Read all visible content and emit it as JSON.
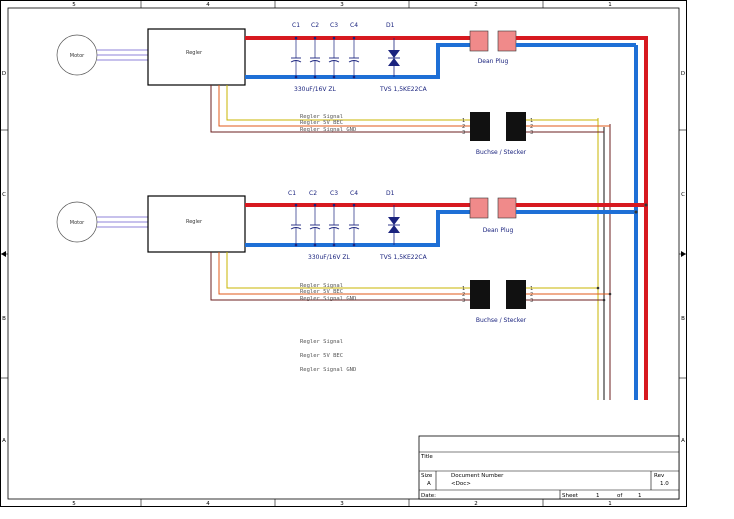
{
  "frame": {
    "col_top": [
      "5",
      "4",
      "3",
      "2",
      "1"
    ],
    "col_bottom": [
      "5",
      "4",
      "3",
      "2",
      "1"
    ],
    "row_left": [
      "D",
      "C",
      "B",
      "A"
    ],
    "row_right": [
      "D",
      "C",
      "B",
      "A"
    ]
  },
  "stages": [
    {
      "motor": "Motor",
      "regler": "Regler",
      "caps": [
        "C1",
        "C2",
        "C3",
        "C4"
      ],
      "cap_value": "330uF/16V ZL",
      "diode": "D1",
      "diode_value": "TVS 1,5KE22CA",
      "dean_plug": "Dean Plug",
      "signals": [
        "Regler Signal",
        "Regler 5V BEC",
        "Regler Signal GND"
      ],
      "pins_left": [
        "1",
        "2",
        "3"
      ],
      "pins_right": [
        "1",
        "2",
        "3"
      ],
      "buchse": "Buchse / Stecker"
    },
    {
      "motor": "Motor",
      "regler": "Regler",
      "caps": [
        "C1",
        "C2",
        "C3",
        "C4"
      ],
      "cap_value": "330uF/16V ZL",
      "diode": "D1",
      "diode_value": "TVS 1,5KE22CA",
      "dean_plug": "Dean Plug",
      "signals": [
        "Regler Signal",
        "Regler 5V BEC",
        "Regler Signal GND"
      ],
      "pins_left": [
        "1",
        "2",
        "3"
      ],
      "pins_right": [
        "1",
        "2",
        "3"
      ],
      "buchse": "Buchse / Stecker"
    }
  ],
  "legend": [
    "Regler Signal",
    "Regler 5V BEC",
    "Regler Signal GND"
  ],
  "title_block": {
    "title_label": "Title",
    "size_label": "Size",
    "size_value": "A",
    "docnum_label": "Document Number",
    "docnum_value": "<Doc>",
    "rev_label": "Rev",
    "rev_value": "1.0",
    "date_label": "Date:",
    "sheet_label": "Sheet",
    "sheet_value": "1",
    "of_label": "of",
    "of_value": "1"
  },
  "colors": {
    "positive": "#d71920",
    "negative": "#1e6fd6",
    "signal": "#c8b400",
    "bec": "#e05a1a",
    "gnd": "#6b1f1f",
    "plug": "#f08a8a",
    "connector": "#111111"
  }
}
